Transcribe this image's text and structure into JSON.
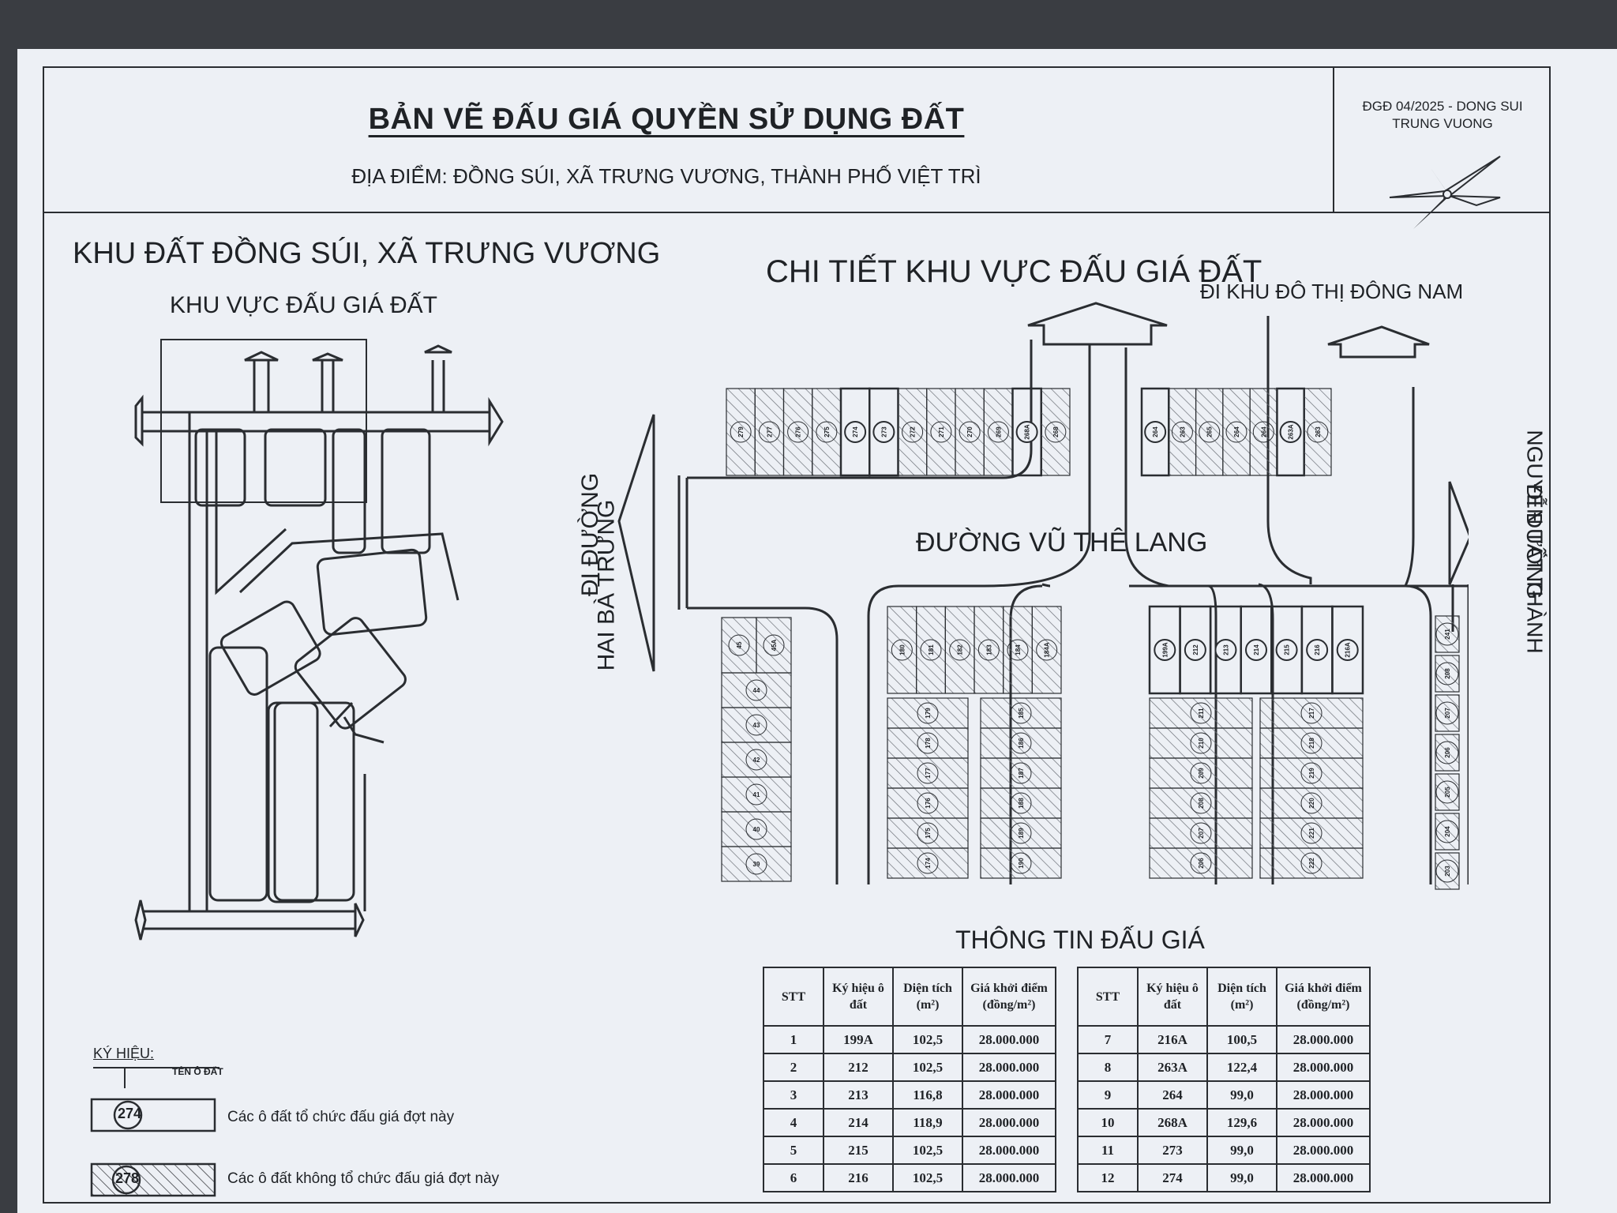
{
  "header": {
    "title": "BẢN VẼ ĐẤU GIÁ QUYỀN SỬ DỤNG ĐẤT",
    "location": "ĐỊA ĐIỂM: ĐỒNG SÚI, XÃ TRƯNG VƯƠNG, THÀNH PHỐ VIỆT TRÌ",
    "code_line1": "ĐGĐ 04/2025 - DONG SUI",
    "code_line2": "TRUNG VUONG"
  },
  "left_panel": {
    "title": "KHU ĐẤT ĐỒNG SÚI, XÃ TRƯNG VƯƠNG",
    "highlight_label": "KHU VỰC ĐẤU GIÁ ĐẤT"
  },
  "detail_panel": {
    "title": "CHI TIẾT KHU VỰC ĐẤU GIÁ ĐẤT",
    "to_east_label": "ĐI KHU ĐÔ THỊ ĐÔNG NAM",
    "street_label": "ĐƯỜNG VŨ THÊ LANG",
    "to_hbt_line1": "ĐI ĐƯỜNG",
    "to_hbt_line2": "HAI BÀ TRƯNG",
    "to_ntt_line1": "ĐI ĐƯỜNG",
    "to_ntt_line2": "NGUYỄN TẤT THÀNH",
    "north_row_a": [
      "279",
      "277",
      "276",
      "275",
      "274",
      "273",
      "272",
      "271",
      "270",
      "269",
      "268A",
      "268"
    ],
    "north_row_b": [
      "264",
      "263",
      "265",
      "264",
      "264",
      "263A",
      "263"
    ],
    "south_left": [
      "45",
      "45A",
      "44",
      "43",
      "42",
      "41",
      "40",
      "39"
    ],
    "south_mid_top": [
      "180",
      "181",
      "182",
      "183",
      "184",
      "184A"
    ],
    "south_mid_col": [
      "179",
      "178",
      "177",
      "176",
      "175",
      "174",
      "185",
      "186",
      "187",
      "188",
      "189",
      "190"
    ],
    "south_right_top": [
      "199A",
      "212",
      "213",
      "214",
      "215",
      "216",
      "216A"
    ],
    "south_right_col": [
      "211",
      "210",
      "209",
      "208",
      "207",
      "206",
      "217",
      "218",
      "219",
      "220",
      "221",
      "222"
    ],
    "east_col": [
      "241",
      "208",
      "207",
      "206",
      "205",
      "204",
      "203"
    ]
  },
  "legend": {
    "title": "KÝ HIỆU:",
    "name_label": "TÊN Ô ĐẤT",
    "sample_1": "274",
    "sample_2": "278",
    "item_1": "Các ô đất tổ chức đấu giá đợt này",
    "item_2": "Các ô đất không tổ chức đấu giá đợt này"
  },
  "table": {
    "title": "THÔNG TIN ĐẤU GIÁ",
    "headers": [
      "STT",
      "Ký hiệu ô đất",
      "Diện tích (m²)",
      "Giá khởi điểm (đồng/m²)"
    ],
    "rows_left": [
      [
        "1",
        "199A",
        "102,5",
        "28.000.000"
      ],
      [
        "2",
        "212",
        "102,5",
        "28.000.000"
      ],
      [
        "3",
        "213",
        "116,8",
        "28.000.000"
      ],
      [
        "4",
        "214",
        "118,9",
        "28.000.000"
      ],
      [
        "5",
        "215",
        "102,5",
        "28.000.000"
      ],
      [
        "6",
        "216",
        "102,5",
        "28.000.000"
      ]
    ],
    "rows_right": [
      [
        "7",
        "216A",
        "100,5",
        "28.000.000"
      ],
      [
        "8",
        "263A",
        "122,4",
        "28.000.000"
      ],
      [
        "9",
        "264",
        "99,0",
        "28.000.000"
      ],
      [
        "10",
        "268A",
        "129,6",
        "28.000.000"
      ],
      [
        "11",
        "273",
        "99,0",
        "28.000.000"
      ],
      [
        "12",
        "274",
        "99,0",
        "28.000.000"
      ]
    ]
  },
  "colors": {
    "paper": "#edf0f5",
    "ink": "#2a2d31",
    "background": "#3a3d42",
    "hatch": "#6b6f76"
  }
}
